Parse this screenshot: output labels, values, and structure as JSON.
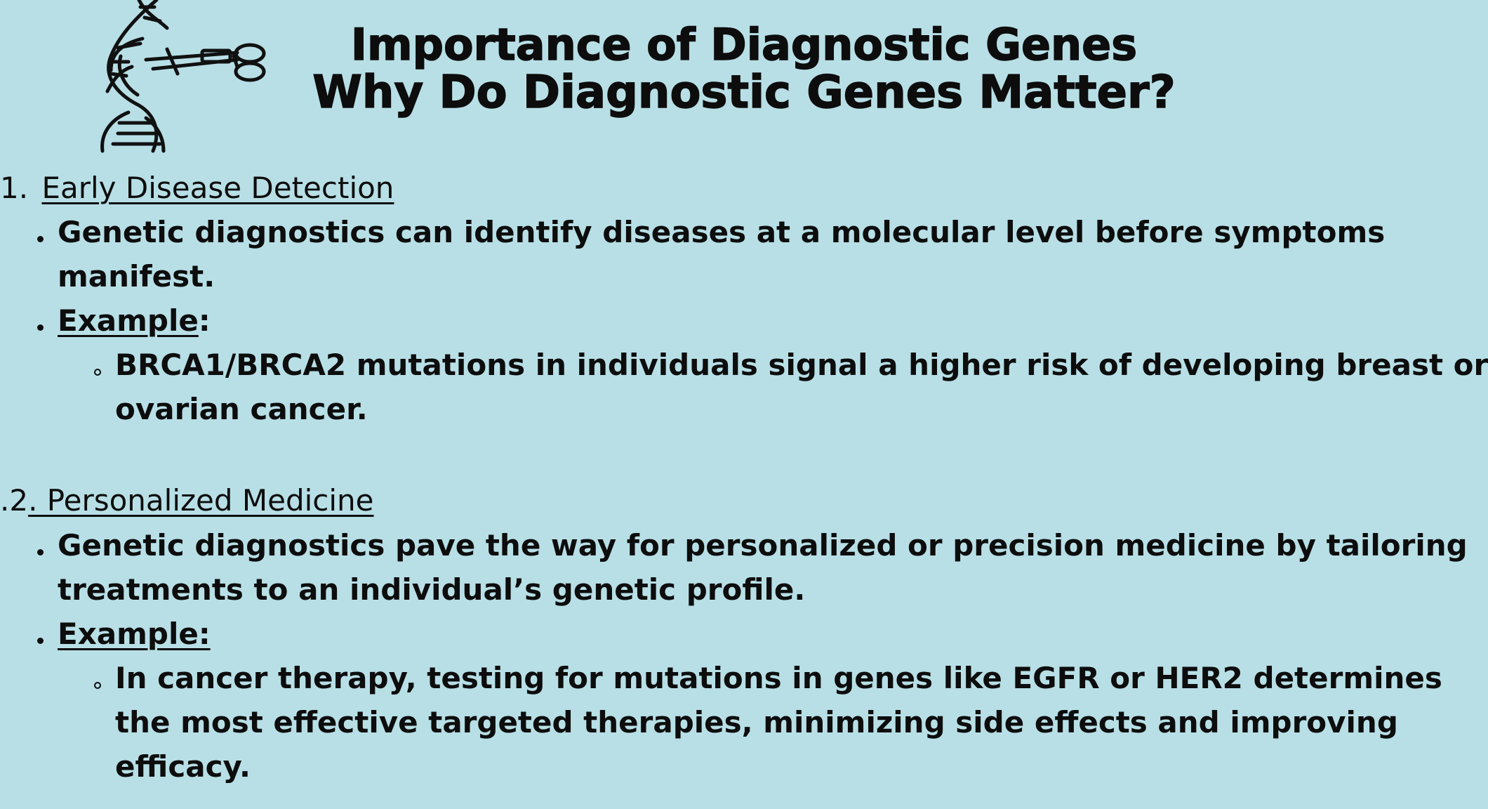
{
  "title": {
    "line1": "Importance of Diagnostic Genes",
    "line2": "Why Do Diagnostic Genes Matter?"
  },
  "icon": "dna-scissors-icon",
  "sections": [
    {
      "number": "1.",
      "heading": "Early Disease Detection",
      "bullet1_line1": "Genetic diagnostics can identify diseases at a molecular level before symptoms",
      "bullet1_line2": "manifest.",
      "example_label": "Example",
      "example_colon": ":",
      "sub_line1": "BRCA1/BRCA2 mutations in individuals signal a higher risk of developing breast or",
      "sub_line2": "ovarian cancer."
    },
    {
      "number": ".2",
      "heading": ". Personalized Medicine",
      "bullet1_line1": "Genetic diagnostics pave the way for personalized or precision medicine by tailoring",
      "bullet1_line2": "treatments to an individual’s genetic profile.",
      "example_label": "Example:",
      "sub_line1": "In cancer therapy, testing for mutations in genes like EGFR or HER2 determines",
      "sub_line2": "the most effective targeted therapies, minimizing side effects and improving",
      "sub_line3": "efficacy."
    }
  ]
}
